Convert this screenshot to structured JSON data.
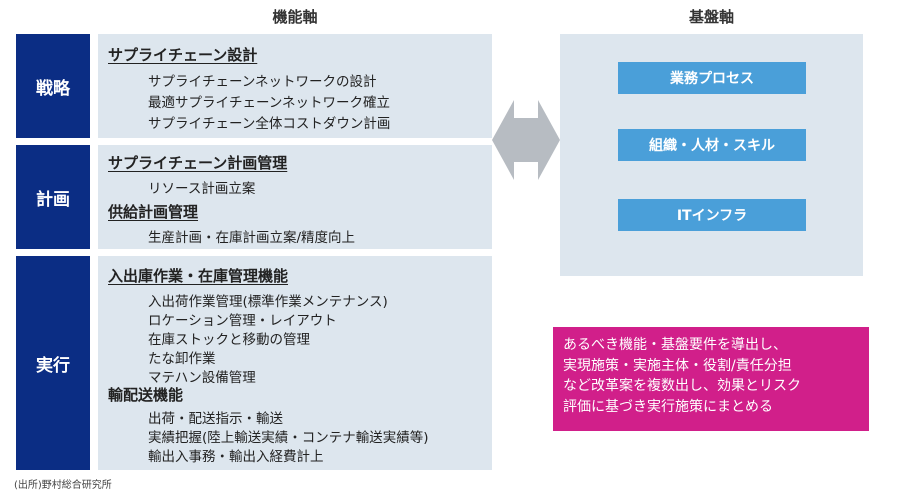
{
  "headers": {
    "functional": "機能軸",
    "foundation": "基盤軸"
  },
  "rows": [
    {
      "label": "戦略",
      "lines": [
        {
          "type": "heading",
          "underline": true,
          "text": "サプライチェーン設計"
        },
        {
          "type": "item",
          "text": "サプライチェーンネットワークの設計"
        },
        {
          "type": "item",
          "text": "最適サプライチェーンネットワーク確立"
        },
        {
          "type": "item",
          "text": "サプライチェーン全体コストダウン計画"
        }
      ]
    },
    {
      "label": "計画",
      "lines": [
        {
          "type": "heading",
          "underline": true,
          "text": "サプライチェーン計画管理"
        },
        {
          "type": "item",
          "text": "リソース計画立案"
        },
        {
          "type": "heading",
          "underline": true,
          "text": "供給計画管理"
        },
        {
          "type": "item",
          "text": "生産計画・在庫計画立案/精度向上"
        }
      ]
    },
    {
      "label": "実行",
      "lines": [
        {
          "type": "heading",
          "underline": true,
          "text": "入出庫作業・在庫管理機能"
        },
        {
          "type": "item",
          "text": "入出荷作業管理(標準作業メンテナンス)"
        },
        {
          "type": "item",
          "text": "ロケーション管理・レイアウト"
        },
        {
          "type": "item",
          "text": "在庫ストックと移動の管理"
        },
        {
          "type": "item",
          "text": "たな卸作業"
        },
        {
          "type": "item",
          "text": "マテハン設備管理"
        },
        {
          "type": "heading",
          "underline": false,
          "text": "輸配送機能"
        },
        {
          "type": "item",
          "text": "出荷・配送指示・輸送"
        },
        {
          "type": "item",
          "text": "実績把握(陸上輸送実績・コンテナ輸送実績等)"
        },
        {
          "type": "item",
          "text": "輸出入事務・輸出入経費計上"
        }
      ]
    }
  ],
  "foundation_items": [
    "業務プロセス",
    "組織・人材・スキル",
    "ITインフラ"
  ],
  "note_lines": [
    "あるべき機能・基盤要件を導出し、",
    "実現施策・実施主体・役割/責任分担",
    "など改革案を複数出し、効果とリスク",
    "評価に基づき実行施策にまとめる"
  ],
  "source": "(出所)野村総合研究所",
  "colors": {
    "row_label_bg": "#0b2d84",
    "panel_bg": "#dde6ee",
    "foundation_item_bg": "#4a9fd9",
    "note_bg": "#d11f8a",
    "arrow": "#b7bcc2"
  }
}
